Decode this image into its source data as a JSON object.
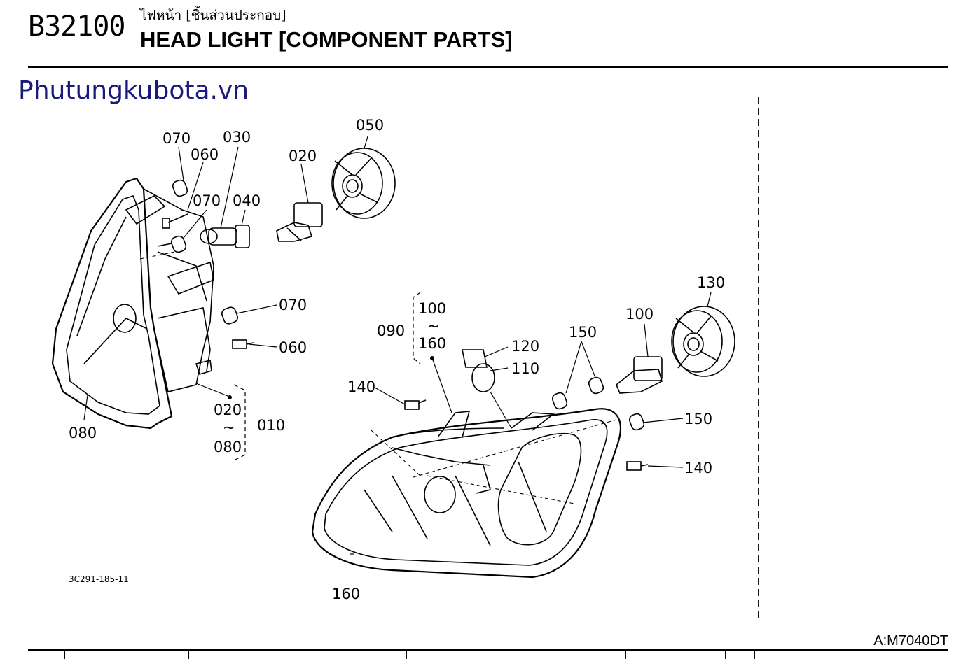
{
  "header": {
    "code": "B32100",
    "title_thai": "ไฟหน้า [ชิ้นส่วนประกอบ]",
    "title_en": "HEAD LIGHT [COMPONENT PARTS]"
  },
  "watermark": "Phutungkubota.vn",
  "figure_code": "3C291-185-11",
  "reference": "A:M7040DT",
  "callouts": {
    "c070a": "070",
    "c060a": "060",
    "c030": "030",
    "c050": "050",
    "c020": "020",
    "c070b": "070",
    "c040": "040",
    "c070c": "070",
    "c060b": "060",
    "c080": "080",
    "c020r": "020",
    "c080r": "080",
    "c010": "010",
    "c100t": "100",
    "c160t": "160",
    "c090": "090",
    "c120": "120",
    "c110": "110",
    "c150a": "150",
    "c100": "100",
    "c130": "130",
    "c140a": "140",
    "c150b": "150",
    "c140b": "140",
    "c160": "160",
    "tilde1": "~",
    "tilde2": "~"
  }
}
